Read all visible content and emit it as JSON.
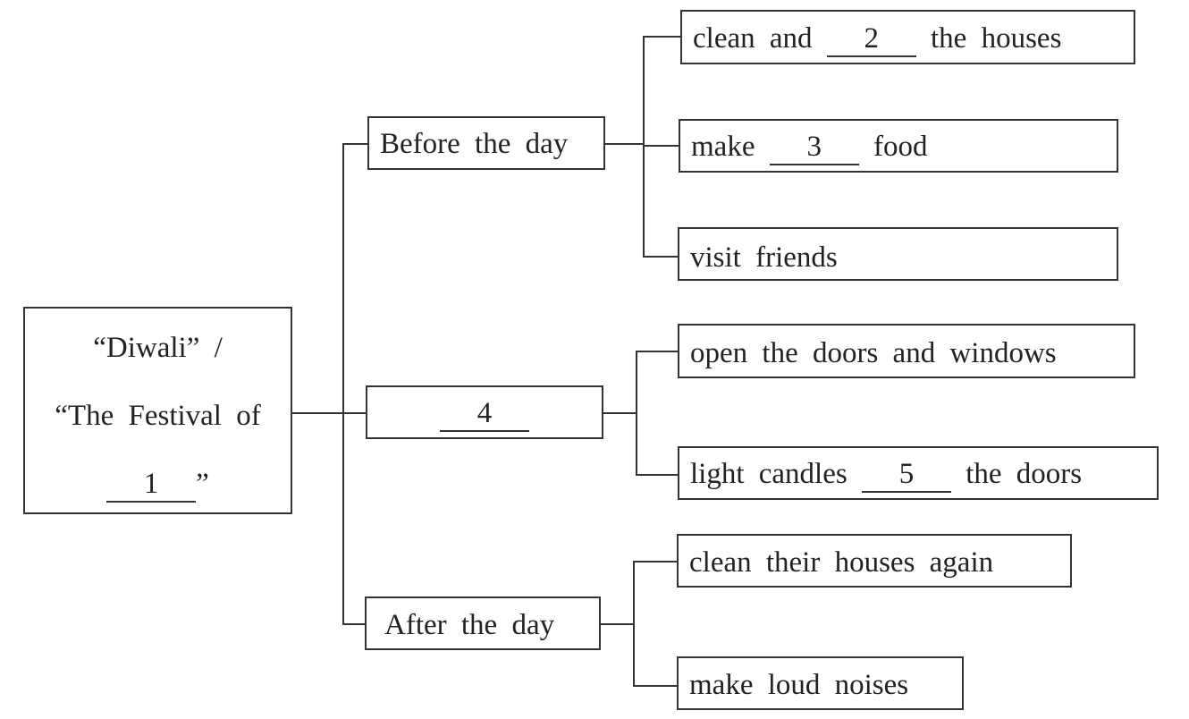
{
  "root": {
    "line1": "“Diwali” /",
    "line2": "“The Festival of",
    "blank": "1",
    "close_quote": "”"
  },
  "branches": [
    {
      "label": "Before the day",
      "items": [
        {
          "before": "clean and",
          "blank": "2",
          "after": "the houses"
        },
        {
          "before": "make",
          "blank": "3",
          "after": "food"
        },
        {
          "before": "visit friends",
          "blank": null,
          "after": ""
        }
      ]
    },
    {
      "label_blank": "4",
      "items": [
        {
          "before": "open the doors and windows",
          "blank": null,
          "after": ""
        },
        {
          "before": "light candles",
          "blank": "5",
          "after": "the doors"
        }
      ]
    },
    {
      "label": "After the day",
      "items": [
        {
          "before": "clean their houses again",
          "blank": null,
          "after": ""
        },
        {
          "before": "make loud noises",
          "blank": null,
          "after": ""
        }
      ]
    }
  ]
}
